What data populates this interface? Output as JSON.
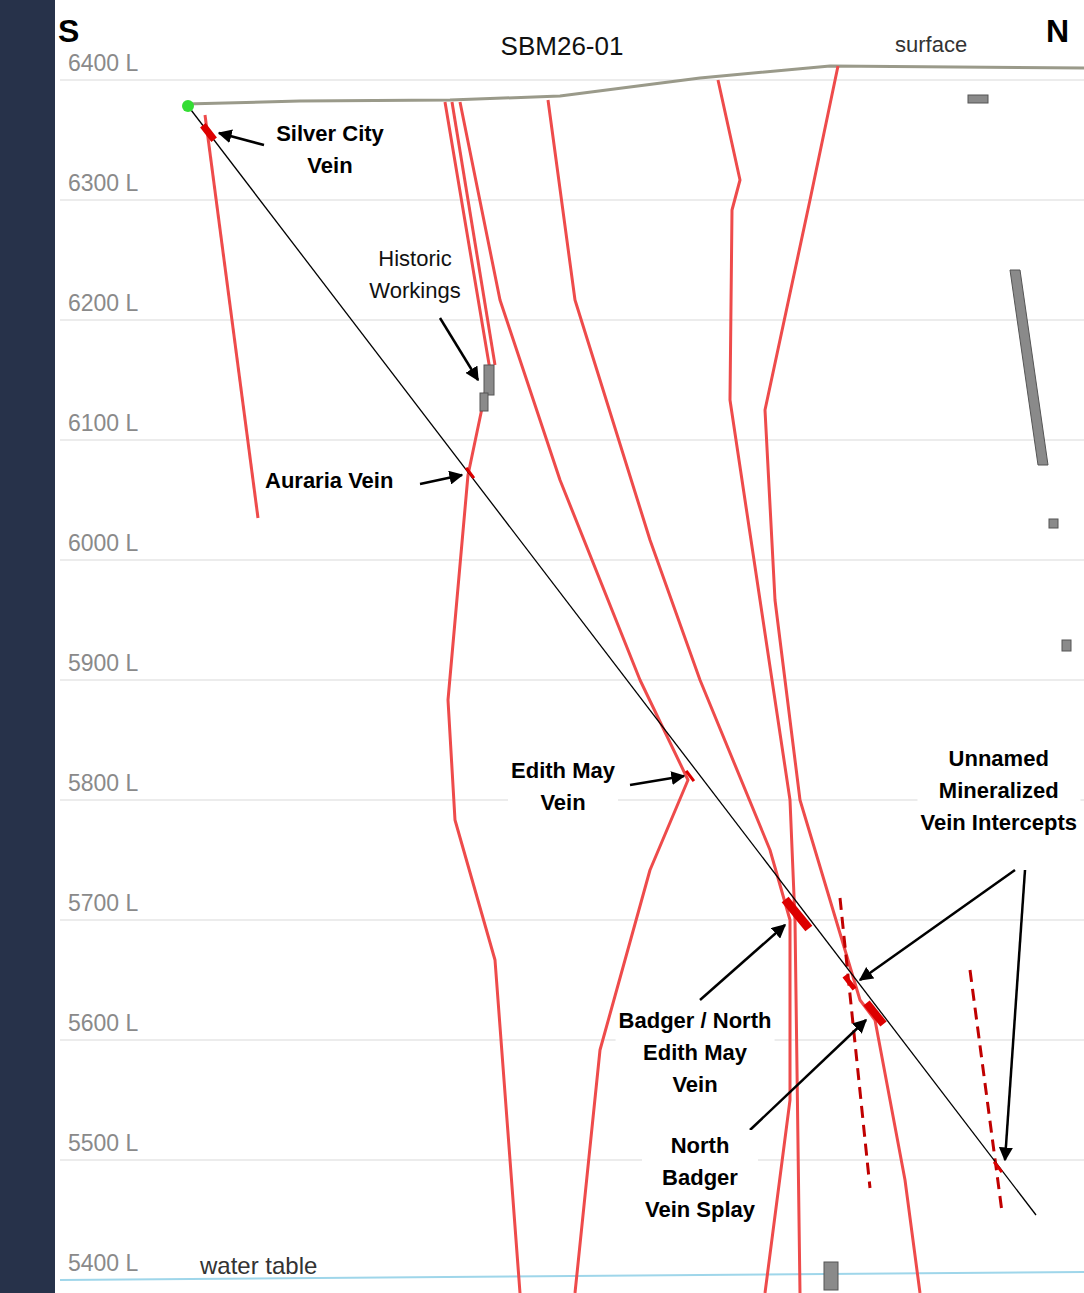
{
  "diagram": {
    "title": "SBM26-01",
    "labels": [
      "S",
      "N",
      "surface",
      "6400 L",
      "6300 L",
      "6200 L",
      "6100 L",
      "6000 L",
      "5900 L",
      "5800 L",
      "5700 L",
      "5600 L",
      "5500 L",
      "5400 L",
      "water table",
      "Silver City Vein",
      "Historic Workings",
      "Auraria Vein",
      "Edith May Vein",
      "Badger / North Edith May Vein",
      "North Badger Vein Splay",
      "Unnamed Mineralized Vein Intercepts"
    ]
  }
}
